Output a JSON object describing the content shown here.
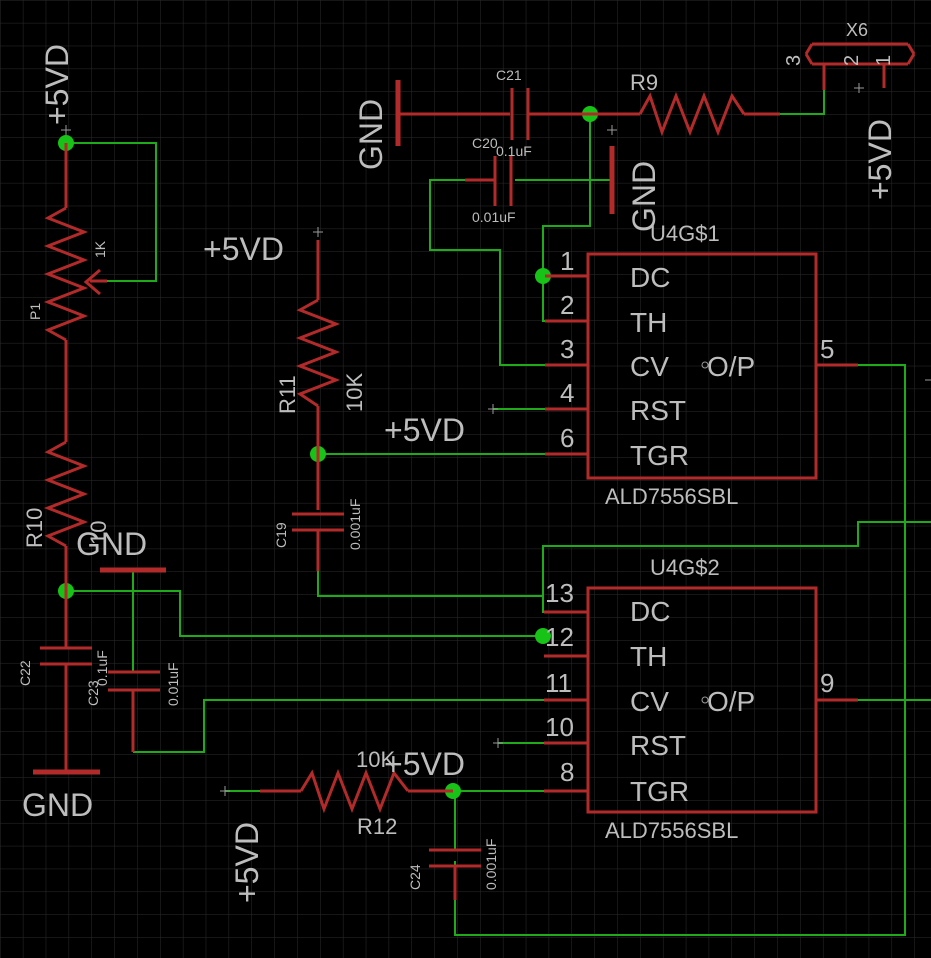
{
  "colors": {
    "background": "#000000",
    "grid": "#2c2c2c",
    "part": "#b32a2a",
    "wire": "#1faa1a",
    "net": "#16c316",
    "text": "#bdbdbd",
    "origin": "#9a9a9a"
  },
  "supplies": {
    "p5v_a": "+5VD",
    "p5v_b": "+5VD",
    "p5v_c": "+5VD",
    "p5v_d": "+5VD",
    "p5v_e": "+5VD",
    "p5v_f": "+5VD",
    "gnd_a": "GND",
    "gnd_b": "GND",
    "gnd_c": "GND",
    "gnd_d": "GND"
  },
  "components": {
    "p1": {
      "name": "P1",
      "value": "1K"
    },
    "r9": {
      "name": "R9",
      "value": ""
    },
    "r10": {
      "name": "R10",
      "value": "10"
    },
    "r11": {
      "name": "R11",
      "value": "10K"
    },
    "r12": {
      "name": "R12",
      "value": "10K"
    },
    "c19": {
      "name": "C19",
      "value": "0.001uF"
    },
    "c20": {
      "name": "C20",
      "value": "0.01uF"
    },
    "c21": {
      "name": "C21",
      "value": "0.1uF"
    },
    "c22": {
      "name": "C22",
      "value": "0.1uF"
    },
    "c23": {
      "name": "C23",
      "value": "0.01uF"
    },
    "c24": {
      "name": "C24",
      "value": "0.001uF"
    },
    "x6": {
      "name": "X6",
      "pins": [
        "3",
        "2",
        "1"
      ]
    }
  },
  "chips": {
    "u4a": {
      "name": "U4G$1",
      "value": "ALD7556SBL",
      "pins_left": [
        "DC",
        "TH",
        "CV",
        "RST",
        "TGR"
      ],
      "out_label": "O/P",
      "pin_numbers": [
        "1",
        "2",
        "3",
        "4",
        "6",
        "5"
      ]
    },
    "u4b": {
      "name": "U4G$2",
      "value": "ALD7556SBL",
      "pins_left": [
        "DC",
        "TH",
        "CV",
        "RST",
        "TGR"
      ],
      "out_label": "O/P",
      "pin_numbers": [
        "13",
        "12",
        "11",
        "10",
        "8",
        "9"
      ]
    }
  }
}
